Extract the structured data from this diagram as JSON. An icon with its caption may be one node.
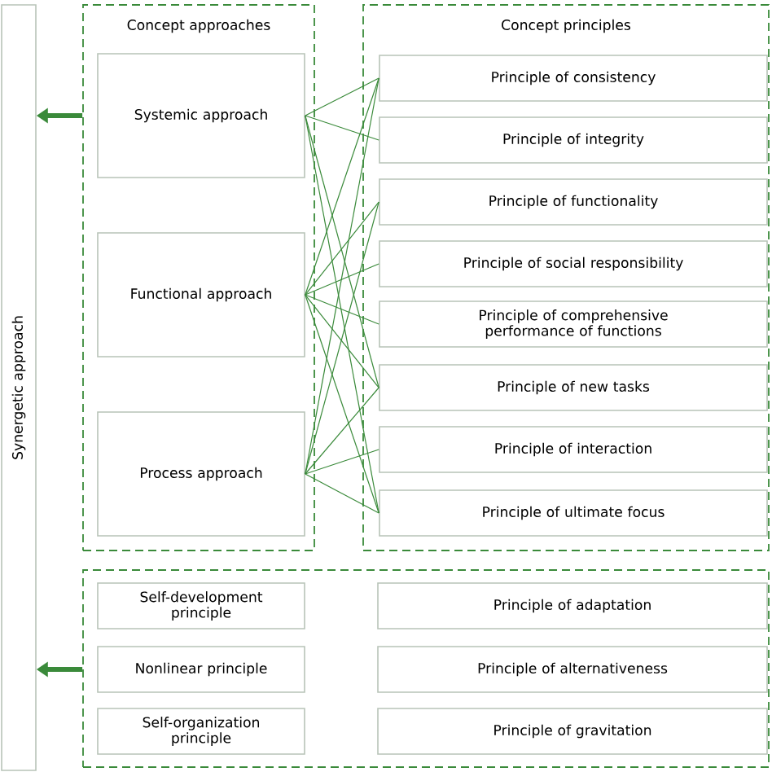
{
  "diagram": {
    "nodes": [
      {
        "text": [
          "Synergetic approach"
        ]
      },
      {
        "text": [
          "Concept approaches"
        ]
      },
      {
        "text": [
          "Systemic approach"
        ],
        "in": 1
      },
      {
        "text": [
          "Functional approach"
        ],
        "in": 1
      },
      {
        "text": [
          "Process approach"
        ],
        "in": 1
      },
      {
        "text": [
          "Concept principles"
        ]
      },
      {
        "text": [
          "Principle of consistency"
        ],
        "in": 5
      },
      {
        "text": [
          "Principle of integrity"
        ],
        "in": 5
      },
      {
        "text": [
          "Principle of functionality"
        ],
        "in": 5
      },
      {
        "text": [
          "Principle of social responsibility"
        ],
        "in": 5
      },
      {
        "text": [
          "Principle of comprehensive performance of functions"
        ],
        "in": 5
      },
      {
        "text": [
          "Principle of new tasks"
        ],
        "in": 5
      },
      {
        "text": [
          "Principle of interaction"
        ],
        "in": 5
      },
      {
        "text": [
          "Principle of ultimate focus"
        ],
        "in": 5
      },
      {
        "text": [],
        "shape": "box"
      },
      {
        "text": [
          "Self-development principle"
        ],
        "in": 14
      },
      {
        "text": [
          "Principle of adaptation"
        ],
        "in": 14
      },
      {
        "text": [
          "Nonlinear principle"
        ],
        "in": 14
      },
      {
        "text": [
          "Principle of alternativeness"
        ],
        "in": 14
      },
      {
        "text": [
          "Self-organization principle"
        ],
        "in": 14
      },
      {
        "text": [
          "Principle of gravitation"
        ],
        "in": 14
      }
    ],
    "edges": [
      {
        "from": 1,
        "to": 0,
        "arrow": "to",
        "style": "thick"
      },
      {
        "from": 14,
        "to": 0,
        "arrow": "to",
        "style": "thick"
      },
      {
        "from": 2,
        "to": 6,
        "arrow": "none"
      },
      {
        "from": 2,
        "to": 7,
        "arrow": "none"
      },
      {
        "from": 2,
        "to": 11,
        "arrow": "none"
      },
      {
        "from": 2,
        "to": 13,
        "arrow": "none"
      },
      {
        "from": 3,
        "to": 6,
        "arrow": "none"
      },
      {
        "from": 3,
        "to": 8,
        "arrow": "none"
      },
      {
        "from": 3,
        "to": 9,
        "arrow": "none"
      },
      {
        "from": 3,
        "to": 10,
        "arrow": "none"
      },
      {
        "from": 3,
        "to": 11,
        "arrow": "none"
      },
      {
        "from": 3,
        "to": 13,
        "arrow": "none"
      },
      {
        "from": 4,
        "to": 6,
        "arrow": "none"
      },
      {
        "from": 4,
        "to": 8,
        "arrow": "none"
      },
      {
        "from": 4,
        "to": 11,
        "arrow": "none"
      },
      {
        "from": 4,
        "to": 12,
        "arrow": "none"
      },
      {
        "from": 4,
        "to": 13,
        "arrow": "none"
      }
    ]
  }
}
